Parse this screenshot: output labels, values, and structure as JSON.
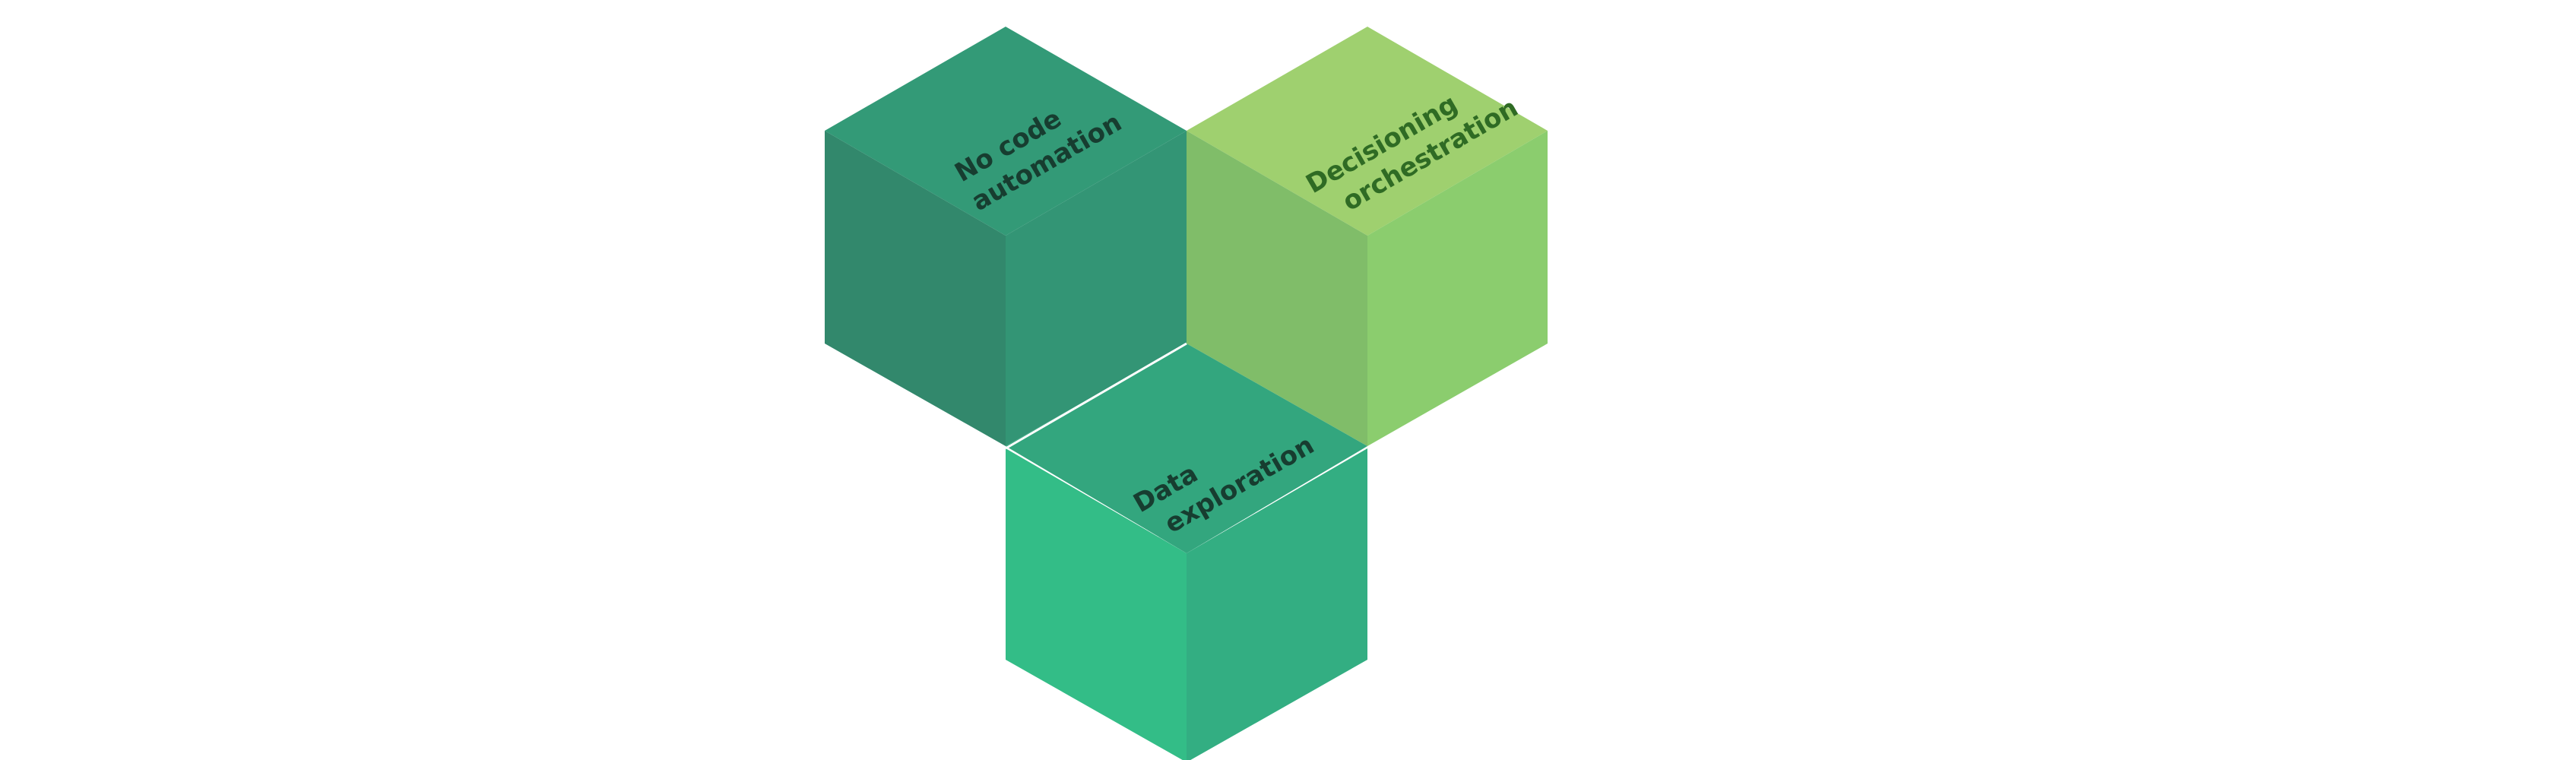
{
  "cubes": [
    {
      "id": "no-code-automation",
      "label_lines": [
        "No code",
        "automation"
      ],
      "colors": {
        "top": "#339a77",
        "left": "#32886c",
        "right": "#339575",
        "text": "#173d30"
      }
    },
    {
      "id": "decisioning-orchestration",
      "label_lines": [
        "Decisioning",
        "orchestration"
      ],
      "colors": {
        "top": "#9fd06f",
        "left": "#80bd69",
        "right": "#8bcd6e",
        "text": "#2f6b24"
      }
    },
    {
      "id": "data-exploration",
      "label_lines": [
        "Data",
        "exploration"
      ],
      "colors": {
        "top": "#33a67e",
        "left": "#33bd87",
        "right": "#33ae82",
        "text": "#173d30"
      }
    }
  ]
}
